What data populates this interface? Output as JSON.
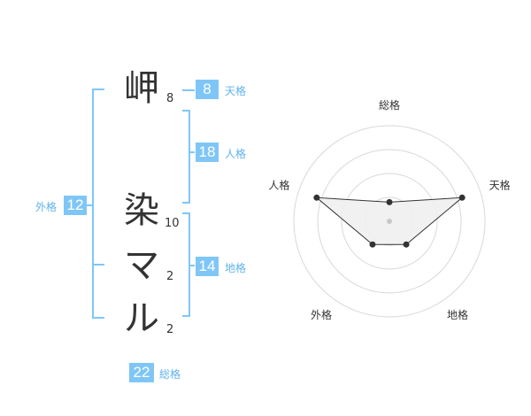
{
  "characters": [
    {
      "char": "岬",
      "strokes": "8"
    },
    {
      "char": "染",
      "strokes": "10"
    },
    {
      "char": "マ",
      "strokes": "2"
    },
    {
      "char": "ル",
      "strokes": "2"
    }
  ],
  "kaku": {
    "ten": {
      "value": "8",
      "label": "天格"
    },
    "jin": {
      "value": "18",
      "label": "人格"
    },
    "chi": {
      "value": "14",
      "label": "地格"
    },
    "gai": {
      "value": "12",
      "label": "外格"
    },
    "sou": {
      "value": "22",
      "label": "総格"
    }
  },
  "chart_data": {
    "type": "radar",
    "axes": [
      "総格",
      "天格",
      "地格",
      "外格",
      "人格"
    ],
    "values": [
      0.2,
      0.8,
      0.3,
      0.3,
      0.8
    ],
    "rings": 4,
    "colors": {
      "line": "#333333",
      "fill": "#f0f0f0",
      "ring": "#d8d8d8",
      "center": "#c8c8c8"
    }
  }
}
